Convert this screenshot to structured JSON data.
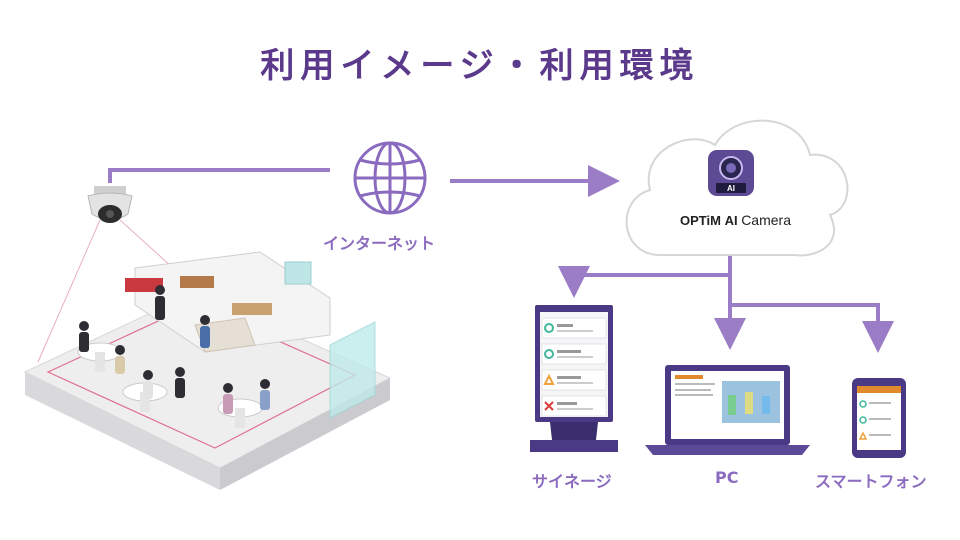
{
  "title": "利用イメージ・利用環境",
  "internet_label": "インターネット",
  "cloud": {
    "brand_optim": "OPTiM",
    "brand_ai": "AI",
    "brand_camera": "Camera",
    "icon_text": "AI"
  },
  "devices": {
    "signage": "サイネージ",
    "pc": "PC",
    "smartphone": "スマートフォン"
  },
  "colors": {
    "accent": "#8a6bbf",
    "title": "#5b3a8c",
    "arrow": "#9b7cc7"
  }
}
